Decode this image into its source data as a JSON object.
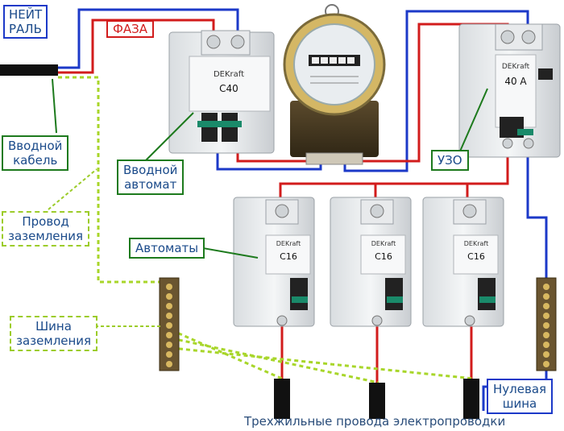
{
  "labels": {
    "neutral_rail": [
      "НЕЙТ",
      "РАЛЬ"
    ],
    "phase": "ФАЗА",
    "input_cable": [
      "Вводной",
      "кабель"
    ],
    "input_breaker": [
      "Вводной",
      "автомат"
    ],
    "ground_wire": [
      "Провод",
      "заземления"
    ],
    "breakers": "Автоматы",
    "rcd": "УЗО",
    "ground_bus": [
      "Шина",
      "заземления"
    ],
    "neutral_bus": [
      "Нулевая",
      "шина"
    ],
    "bottom_caption": "Трехжильные провода электропроводки"
  },
  "devices": {
    "input_breaker_marking": "C40",
    "input_breaker_brand": "DEKraft",
    "rcd_marking": "40 A",
    "rcd_brand": "DEKraft",
    "branch_breaker_marking": "C16",
    "branch_breaker_brand": "DEKraft"
  },
  "colors": {
    "phase_wire": "#d21c1c",
    "neutral_wire": "#1c39c8",
    "ground_wire": "#a8d62a",
    "label_green": "#1d7a1d"
  }
}
